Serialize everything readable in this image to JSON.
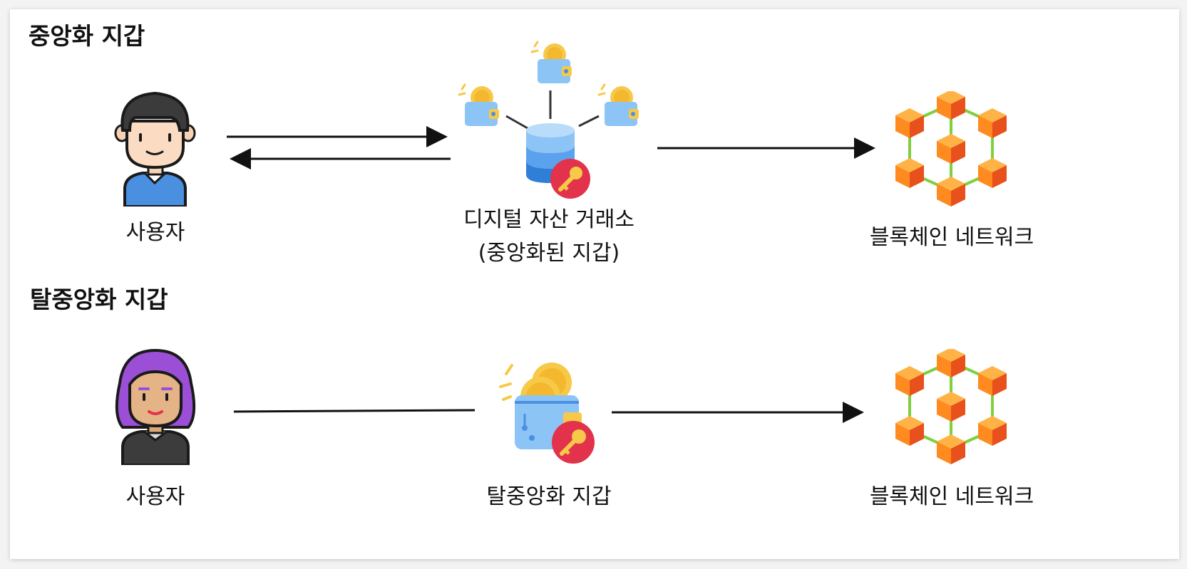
{
  "centralized": {
    "title": "중앙화 지갑",
    "user_label": "사용자",
    "exchange_label_line1": "디지털 자산 거래소",
    "exchange_label_line2": "(중앙화된 지갑)",
    "network_label": "블록체인 네트워크"
  },
  "decentralized": {
    "title": "탈중앙화 지갑",
    "user_label": "사용자",
    "wallet_label": "탈중앙화 지갑",
    "network_label": "블록체인 네트워크"
  },
  "colors": {
    "arrow": "#111111",
    "coin": "#f7c948",
    "wallet": "#8cc4f5",
    "database": "#4a90e2",
    "key_badge": "#e3324b",
    "block": "#ff8a1f",
    "chain_link": "#7ed03e"
  },
  "icons": {
    "male_user": "male-user-icon",
    "female_user": "female-user-icon",
    "exchange": "exchange-database-icon",
    "wallet": "crypto-wallet-icon",
    "network": "blockchain-network-icon"
  }
}
